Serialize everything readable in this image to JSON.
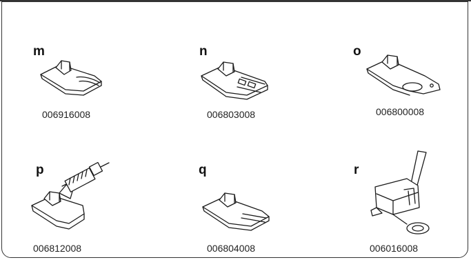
{
  "feet": [
    {
      "letter": "m",
      "code": "006916008"
    },
    {
      "letter": "n",
      "code": "006803008"
    },
    {
      "letter": "o",
      "code": "006800008"
    },
    {
      "letter": "p",
      "code": "006812008"
    },
    {
      "letter": "q",
      "code": "006804008"
    },
    {
      "letter": "r",
      "code": "006016008"
    }
  ]
}
